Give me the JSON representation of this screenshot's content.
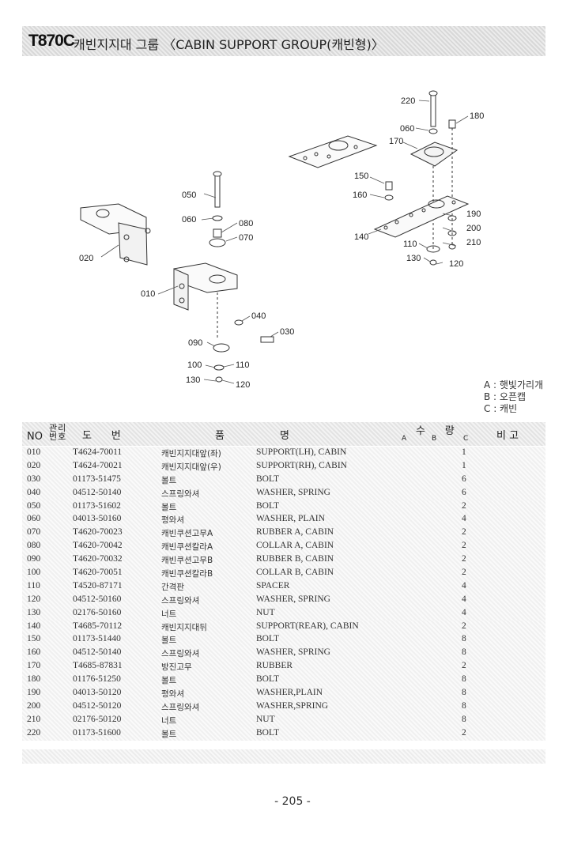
{
  "header": {
    "model": "T870C",
    "title": "캐빈지지대 그룹 〈CABIN SUPPORT GROUP(캐빈형)〉"
  },
  "diagram": {
    "callouts": [
      "010",
      "020",
      "030",
      "040",
      "050",
      "060",
      "070",
      "080",
      "090",
      "100",
      "110",
      "120",
      "130",
      "140",
      "150",
      "160",
      "170",
      "180",
      "190",
      "200",
      "210",
      "220"
    ],
    "callouts_right": {
      "c060": "060"
    }
  },
  "legend": {
    "a": "A : 햇빛가리개",
    "b": "B : 오픈캡",
    "c": "C : 캐빈"
  },
  "table": {
    "headers": {
      "no": "NO",
      "mgmt": "관리번호",
      "part_no": "도      번",
      "name_kr": "품",
      "name_en": "명",
      "qty": "수      량",
      "a": "A",
      "b": "B",
      "c": "C",
      "remark": "비 고"
    },
    "rows": [
      {
        "no": "010",
        "part": "T4624-70011",
        "kr": "캐빈지지대앞(좌)",
        "en": "SUPPORT(LH), CABIN",
        "qty": "1"
      },
      {
        "no": "020",
        "part": "T4624-70021",
        "kr": "캐빈지지대앞(우)",
        "en": "SUPPORT(RH), CABIN",
        "qty": "1"
      },
      {
        "no": "030",
        "part": "01173-51475",
        "kr": "볼트",
        "en": "BOLT",
        "qty": "6"
      },
      {
        "no": "040",
        "part": "04512-50140",
        "kr": "스프링와셔",
        "en": "WASHER, SPRING",
        "qty": "6"
      },
      {
        "no": "050",
        "part": "01173-51602",
        "kr": "볼트",
        "en": "BOLT",
        "qty": "2"
      },
      {
        "no": "060",
        "part": "04013-50160",
        "kr": "평와셔",
        "en": "WASHER, PLAIN",
        "qty": "4"
      },
      {
        "no": "070",
        "part": "T4620-70023",
        "kr": "캐빈쿠션고무A",
        "en": "RUBBER A, CABIN",
        "qty": "2"
      },
      {
        "no": "080",
        "part": "T4620-70042",
        "kr": "캐빈쿠션칼라A",
        "en": "COLLAR A, CABIN",
        "qty": "2"
      },
      {
        "no": "090",
        "part": "T4620-70032",
        "kr": "캐빈쿠션고무B",
        "en": "RUBBER B, CABIN",
        "qty": "2"
      },
      {
        "no": "100",
        "part": "T4620-70051",
        "kr": "캐빈쿠션칼라B",
        "en": "COLLAR B, CABIN",
        "qty": "2"
      },
      {
        "no": "110",
        "part": "T4520-87171",
        "kr": "간격판",
        "en": "SPACER",
        "qty": "4"
      },
      {
        "no": "120",
        "part": "04512-50160",
        "kr": "스프링와셔",
        "en": "WASHER, SPRING",
        "qty": "4"
      },
      {
        "no": "130",
        "part": "02176-50160",
        "kr": "너트",
        "en": "NUT",
        "qty": "4"
      },
      {
        "no": "140",
        "part": "T4685-70112",
        "kr": "캐빈지지대뒤",
        "en": "SUPPORT(REAR), CABIN",
        "qty": "2"
      },
      {
        "no": "150",
        "part": "01173-51440",
        "kr": "볼트",
        "en": "BOLT",
        "qty": "8"
      },
      {
        "no": "160",
        "part": "04512-50140",
        "kr": "스프링와셔",
        "en": "WASHER, SPRING",
        "qty": "8"
      },
      {
        "no": "170",
        "part": "T4685-87831",
        "kr": "방진고무",
        "en": "RUBBER",
        "qty": "2"
      },
      {
        "no": "180",
        "part": "01176-51250",
        "kr": "볼트",
        "en": "BOLT",
        "qty": "8"
      },
      {
        "no": "190",
        "part": "04013-50120",
        "kr": "평와셔",
        "en": "WASHER,PLAIN",
        "qty": "8"
      },
      {
        "no": "200",
        "part": "04512-50120",
        "kr": "스프링와셔",
        "en": "WASHER,SPRING",
        "qty": "8"
      },
      {
        "no": "210",
        "part": "02176-50120",
        "kr": "너트",
        "en": "NUT",
        "qty": "8"
      },
      {
        "no": "220",
        "part": "01173-51600",
        "kr": "볼트",
        "en": "BOLT",
        "qty": "2"
      }
    ]
  },
  "footer": {
    "page": "- 205 -"
  }
}
